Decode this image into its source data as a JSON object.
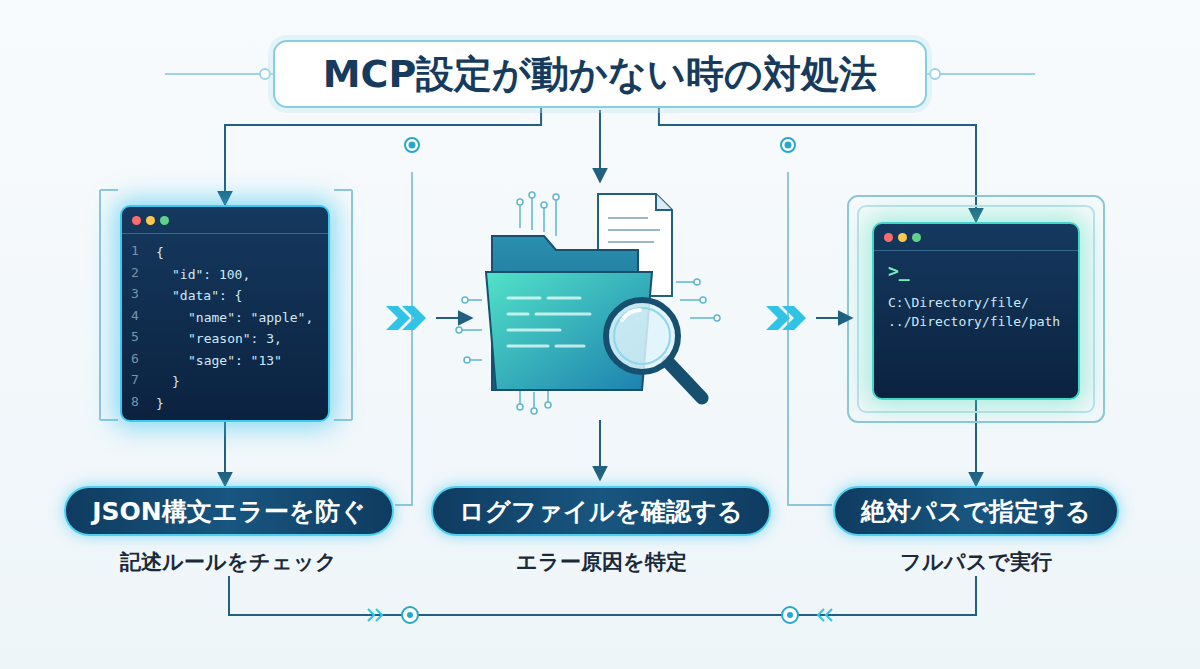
{
  "diagram": {
    "nodes": [
      {
        "text": [
          "MCP設定が動かない時の対処法"
        ]
      },
      {
        "text": [
          "{",
          "\"id\": 100,",
          "\"data\": {",
          "\"name\": \"apple\",",
          "\"reason\": 3,",
          "\"sage\": \"13\"",
          "}",
          "}"
        ]
      },
      {
        "text": [
          ">_",
          "C:\\Directory/file/",
          "../Directory/file/path"
        ]
      },
      {
        "text": [
          "JSON構文エラーを防ぐ",
          "記述ルールをチェック"
        ]
      },
      {
        "text": [
          "ログファイルを確認する",
          "エラー原因を特定"
        ]
      },
      {
        "text": [
          "絶対パスで指定する",
          "フルパスで実行"
        ]
      }
    ],
    "edges": [
      {
        "from": 0,
        "to": 1,
        "arrow": "to"
      },
      {
        "from": 0,
        "to": 2,
        "arrow": "to"
      },
      {
        "from": 1,
        "to": 3,
        "arrow": "to"
      },
      {
        "from": 2,
        "to": 5,
        "arrow": "to"
      },
      {
        "from": 3,
        "to": 5,
        "arrow": "none"
      }
    ],
    "labels": [
      "1",
      "2",
      "3",
      "4",
      "5",
      "6",
      "7",
      "8"
    ]
  }
}
